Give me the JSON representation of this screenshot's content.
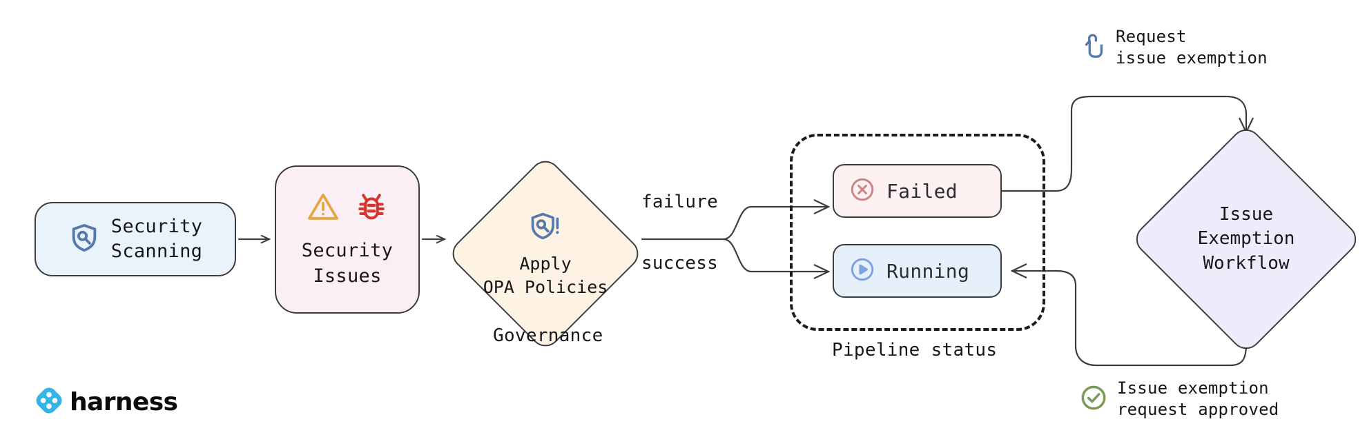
{
  "diagram": {
    "title": "Security scanning governance and issue exemption workflow",
    "colors": {
      "brand_blue": "#33b5e8",
      "shield_blue": "#5579ab",
      "warning_orange": "#e6a council",
      "warning": "#e5a63f",
      "bug_red": "#d6352b",
      "failed_red": "#cc8484",
      "running_blue": "#7ea3e0",
      "approved_green": "#7a9a57",
      "stroke": "#3c3c3c",
      "fill_scanning": "#eaf2fb",
      "fill_issues": "#fceef5",
      "fill_governance": "#fdf2e3",
      "fill_failed": "#fdf1f1",
      "fill_running": "#e6f0fb",
      "fill_workflow": "#eeecfb"
    }
  },
  "nodes": {
    "security_scanning": {
      "label": "Security\nScanning",
      "icon": "shield-search-icon"
    },
    "security_issues": {
      "label": "Security\nIssues",
      "icons": [
        "warning-triangle-icon",
        "bug-icon"
      ]
    },
    "governance": {
      "label": "Apply\nOPA Policies",
      "icon": "shield-alert-icon",
      "caption": "Governance"
    },
    "pipeline_status": {
      "caption": "Pipeline status",
      "items": [
        {
          "label": "Failed",
          "icon": "x-circle-icon"
        },
        {
          "label": "Running",
          "icon": "play-circle-icon"
        }
      ]
    },
    "exemption_workflow": {
      "label": "Issue\nExemption\nWorkflow"
    }
  },
  "edges": {
    "failure_label": "failure",
    "success_label": "success"
  },
  "annotations": {
    "request_exemption": {
      "line1": "Request",
      "line2": "issue exemption",
      "icon": "tap-hand-icon"
    },
    "request_approved": {
      "line1": "Issue exemption",
      "line2": "request approved",
      "icon": "check-circle-icon"
    }
  },
  "brand": {
    "name": "harness",
    "icon": "harness-logo-icon"
  }
}
